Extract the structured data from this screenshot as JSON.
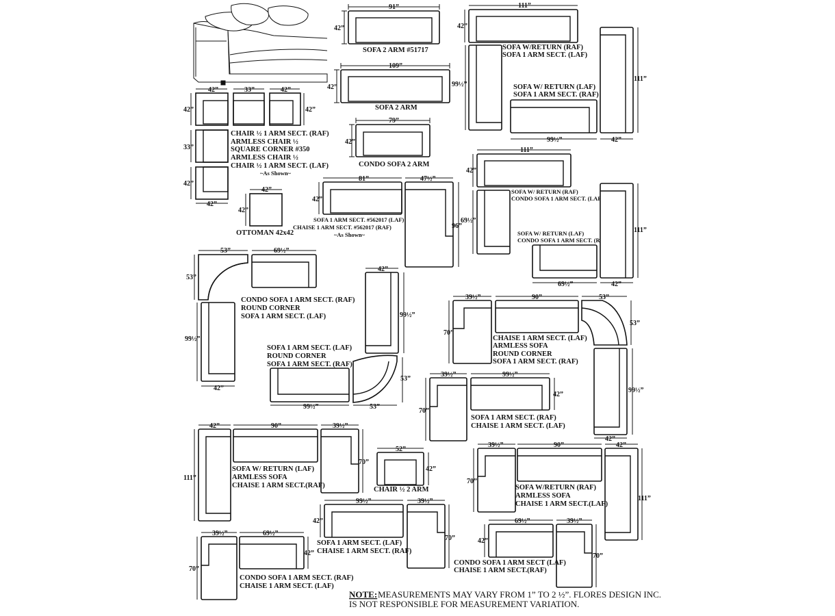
{
  "sheet": {
    "note_lead": "NOTE:",
    "note_line1": "MEASUREMENTS MAY VARY FROM 1” TO 2 ½”. FLORES DESIGN INC.",
    "note_line2": "IS NOT RESPONSIBLE FOR MEASUREMENT VARIATION."
  },
  "dims": {
    "d91": "91”",
    "d109": "109”",
    "d79": "79”",
    "d111": "111”",
    "d42": "42”",
    "d33": "33”",
    "d81": "81”",
    "d47h": "47½”",
    "d96": "96”",
    "d99h": "99½”",
    "d69h": "69½”",
    "d53": "53”",
    "d39h": "39½”",
    "d90": "90”",
    "d70": "70”",
    "d52": "52”"
  },
  "configs": {
    "sofa_2_arm_51717": "SOFA 2 ARM #51717",
    "sofa_2_arm": "SOFA 2 ARM",
    "condo_sofa_2_arm": "CONDO SOFA 2 ARM",
    "chair_set": {
      "line1": "CHAIR ½ 1 ARM SECT. (RAF)",
      "line2": "ARMLESS CHAIR ½",
      "line3": "SQUARE CORNER #350",
      "line4": "ARMLESS CHAIR ½",
      "line5": "CHAIR ½ 1 ARM SECT. (LAF)",
      "line6": "~As Shown~"
    },
    "ottoman": "OTTOMAN 42x42",
    "sofa_chaise_562017": {
      "line1": "SOFA 1 ARM SECT. #562017 (LAF)",
      "line2": "CHAISE 1 ARM SECT. #562017 (RAF)",
      "line3": "~As Shown~"
    },
    "sofa_return_raf_1": {
      "line1": "SOFA W/RETURN (RAF)",
      "line2": "SOFA 1 ARM SECT. (LAF)"
    },
    "sofa_return_laf_1": {
      "line1": "SOFA W/ RETURN (LAF)",
      "line2": "SOFA 1 ARM SECT. (RAF)"
    },
    "sofa_return_raf_2": {
      "line1": "SOFA W/ RETURN (RAF)",
      "line2": "CONDO SOFA 1 ARM SECT. (LAF)"
    },
    "sofa_return_laf_2": {
      "line1": "SOFA W/ RETURN (LAF)",
      "line2": "CONDO SOFA 1 ARM SECT. (RAF)"
    },
    "condo_round": {
      "line1": "CONDO SOFA 1 ARM SECT. (RAF)",
      "line2": "ROUND CORNER",
      "line3": "SOFA 1 ARM SECT. (LAF)"
    },
    "sofa_round": {
      "line1": "SOFA 1 ARM SECT. (LAF)",
      "line2": "ROUND CORNER",
      "line3": "SOFA 1 ARM SECT. (RAF)"
    },
    "chaise_armless_round": {
      "line1": "CHAISE 1 ARM SECT. (LAF)",
      "line2": "ARMLESS SOFA",
      "line3": "ROUND CORNER",
      "line4": "SOFA 1 ARM SECT. (RAF)"
    },
    "sofa_chaise_laf": {
      "line1": "SOFA 1 ARM SECT. (RAF)",
      "line2": "CHAISE 1 ARM SECT. (LAF)"
    },
    "return_armless_chaise_1": {
      "line1": "SOFA W/ RETURN (LAF)",
      "line2": "ARMLESS SOFA",
      "line3": "CHAISE 1 ARM SECT.(RAF)"
    },
    "chair_half_2_arm": "CHAIR ½  2 ARM",
    "return_armless_chaise_2": {
      "line1": "SOFA W/RETURN (RAF)",
      "line2": "ARMLESS SOFA",
      "line3": "CHAISE 1 ARM SECT.(LAF)"
    },
    "sofa_chaise_raf": {
      "line1": "SOFA 1 ARM SECT. (LAF)",
      "line2": "CHAISE 1 ARM SECT. (RAF)"
    },
    "condo_chaise_laf": {
      "line1": "CONDO SOFA 1 ARM SECT. (RAF)",
      "line2": "CHAISE 1 ARM SECT. (LAF)"
    },
    "condo_chaise_raf": {
      "line1": "CONDO SOFA 1 ARM SECT (LAF)",
      "line2": "CHAISE 1 ARM SECT.(RAF)"
    }
  }
}
